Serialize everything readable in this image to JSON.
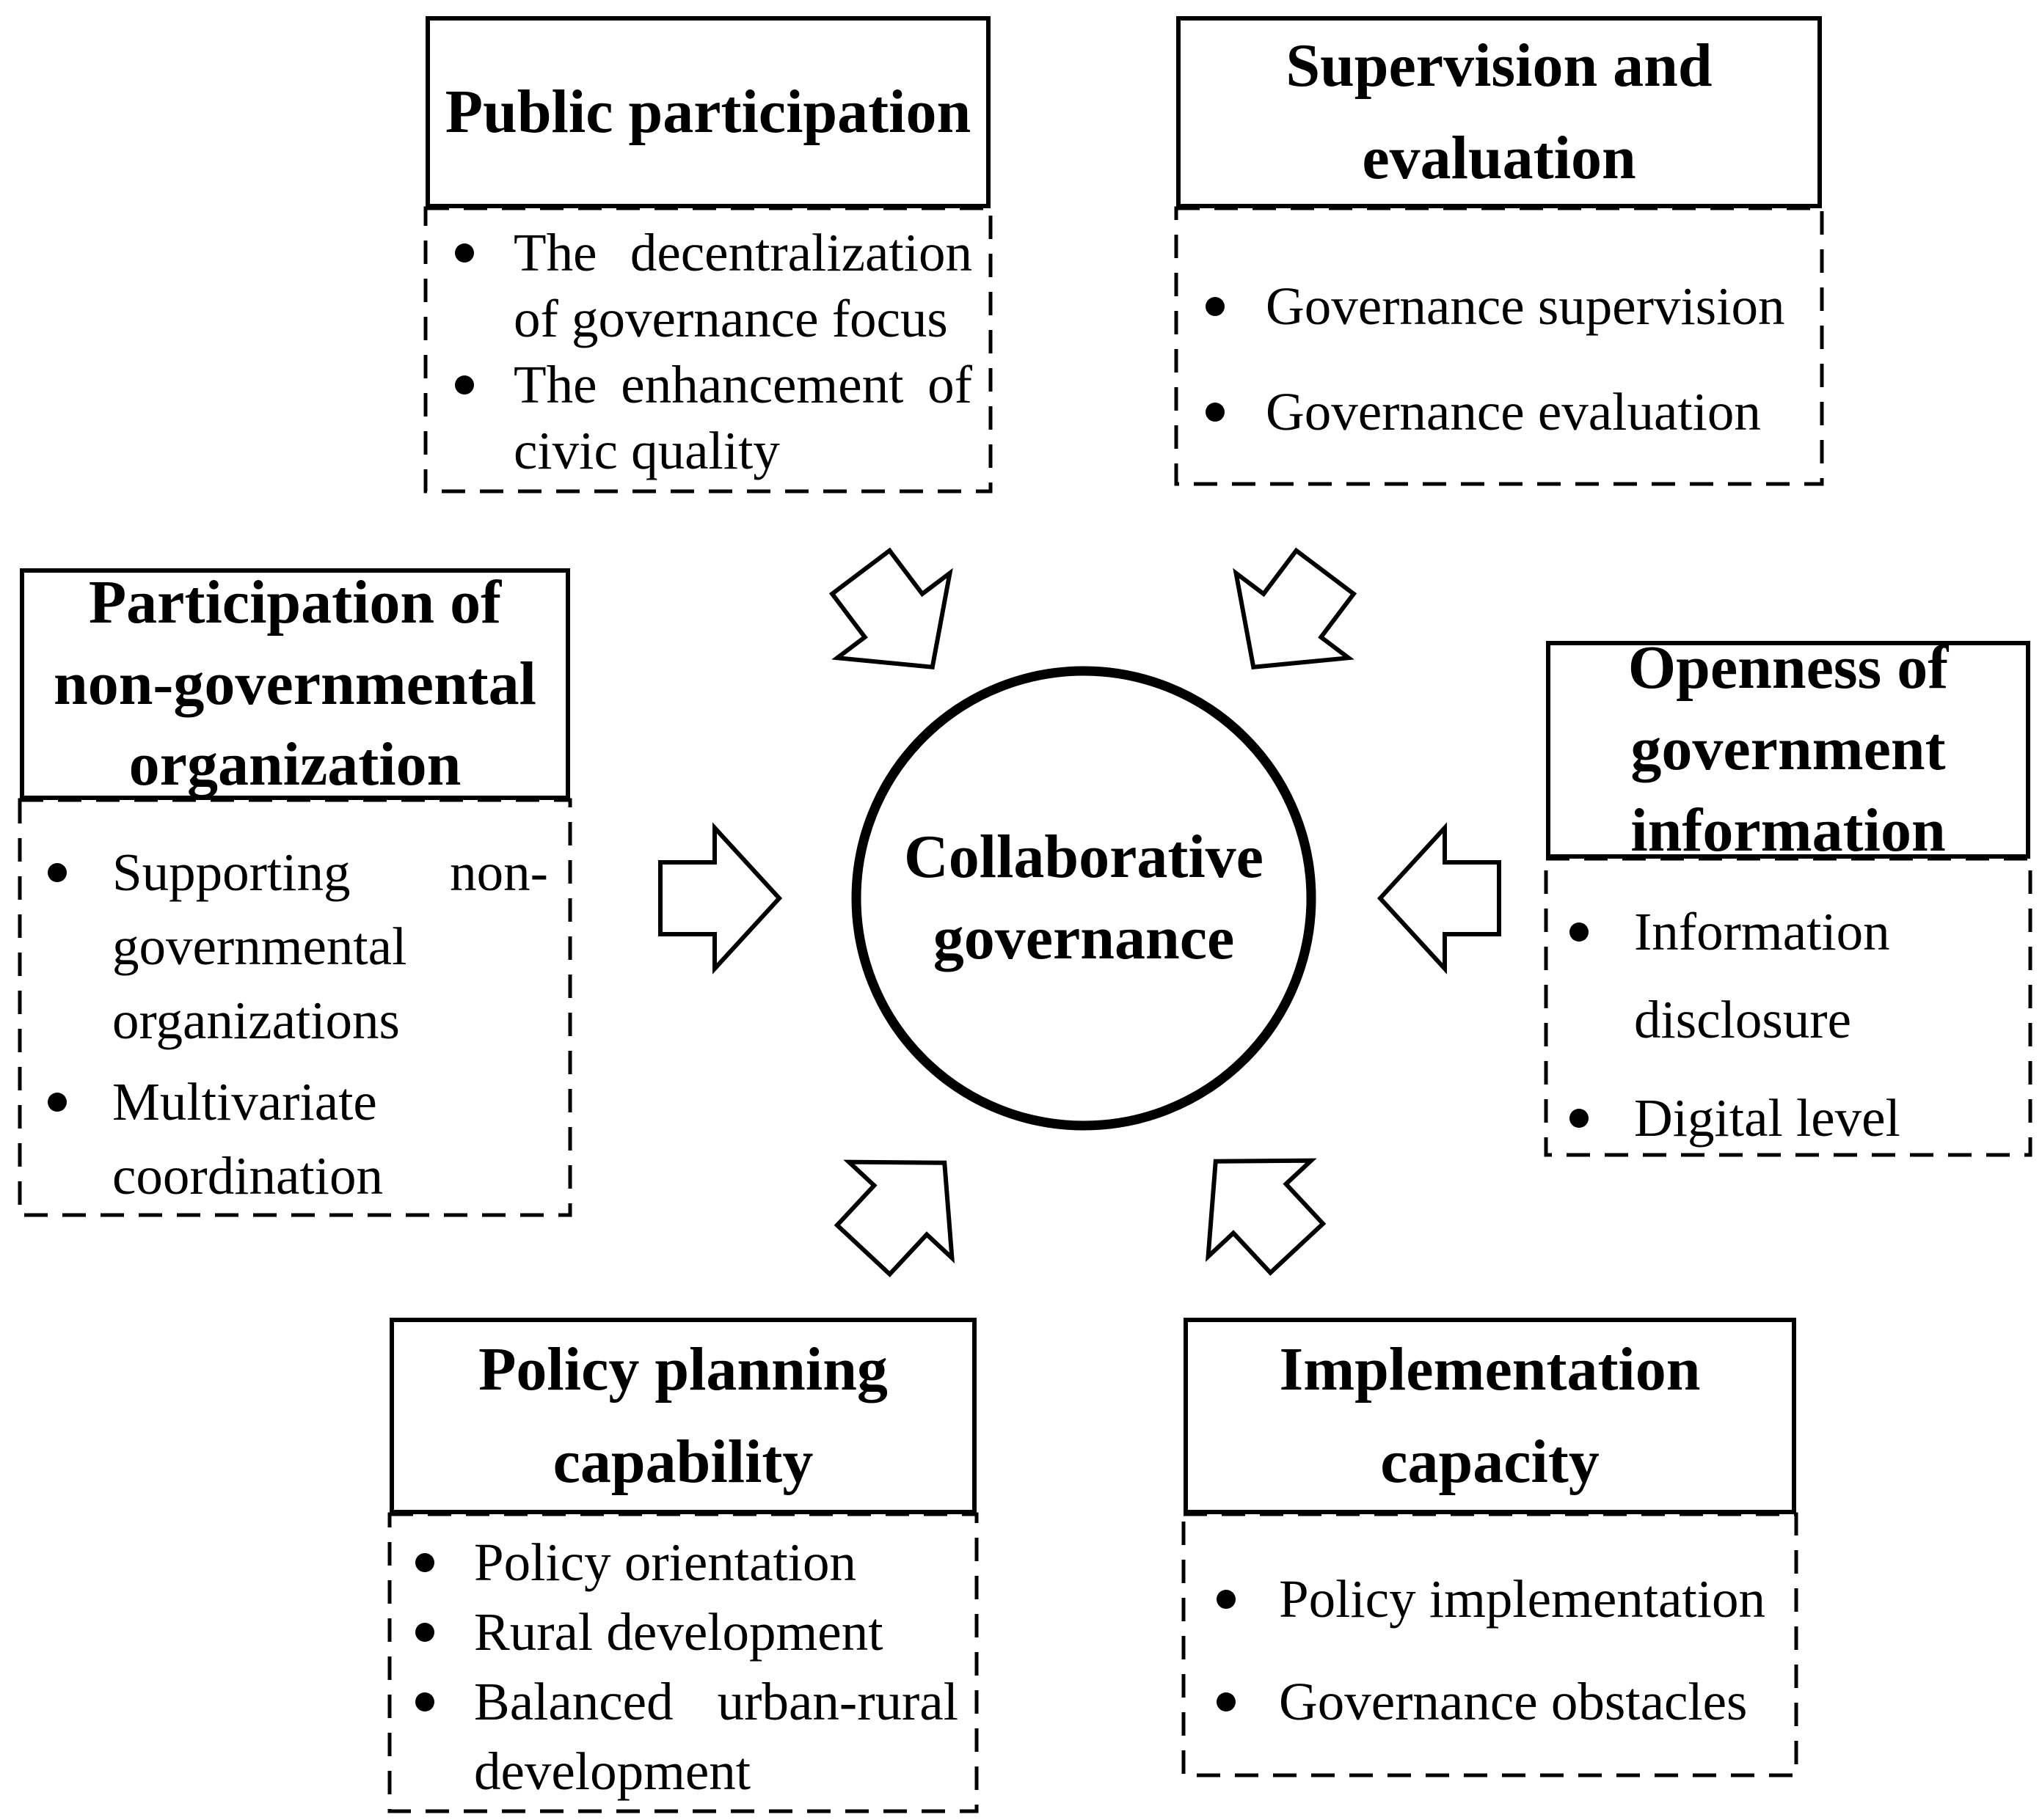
{
  "diagram": {
    "center_label": "Collaborative governance",
    "groups": {
      "public_participation": {
        "title": "Public participation",
        "bullets": [
          "The decentralization of governance focus",
          "The enhancement of civic quality"
        ]
      },
      "supervision_evaluation": {
        "title": "Supervision and evaluation",
        "bullets": [
          "Governance supervision",
          "Governance evaluation"
        ]
      },
      "ngo_participation": {
        "title": "Participation of non-governmental organization",
        "bullets": [
          "Supporting non-governmental organizations",
          "Multivariate coordination"
        ]
      },
      "openness_information": {
        "title": "Openness of government information",
        "bullets": [
          "Information disclosure",
          "Digital level"
        ]
      },
      "policy_planning": {
        "title": "Policy planning capability",
        "bullets": [
          "Policy orientation",
          "Rural development",
          "Balanced urban-rural development"
        ]
      },
      "implementation_capacity": {
        "title": "Implementation capacity",
        "bullets": [
          "Policy implementation",
          "Governance obstacles"
        ]
      }
    },
    "icons": {
      "arrows": [
        "arrow-from-public-participation",
        "arrow-from-supervision-evaluation",
        "arrow-from-ngo-participation",
        "arrow-from-openness-information",
        "arrow-from-policy-planning",
        "arrow-from-implementation-capacity"
      ]
    },
    "colors": {
      "ink": "#000000",
      "paper": "#ffffff"
    }
  }
}
